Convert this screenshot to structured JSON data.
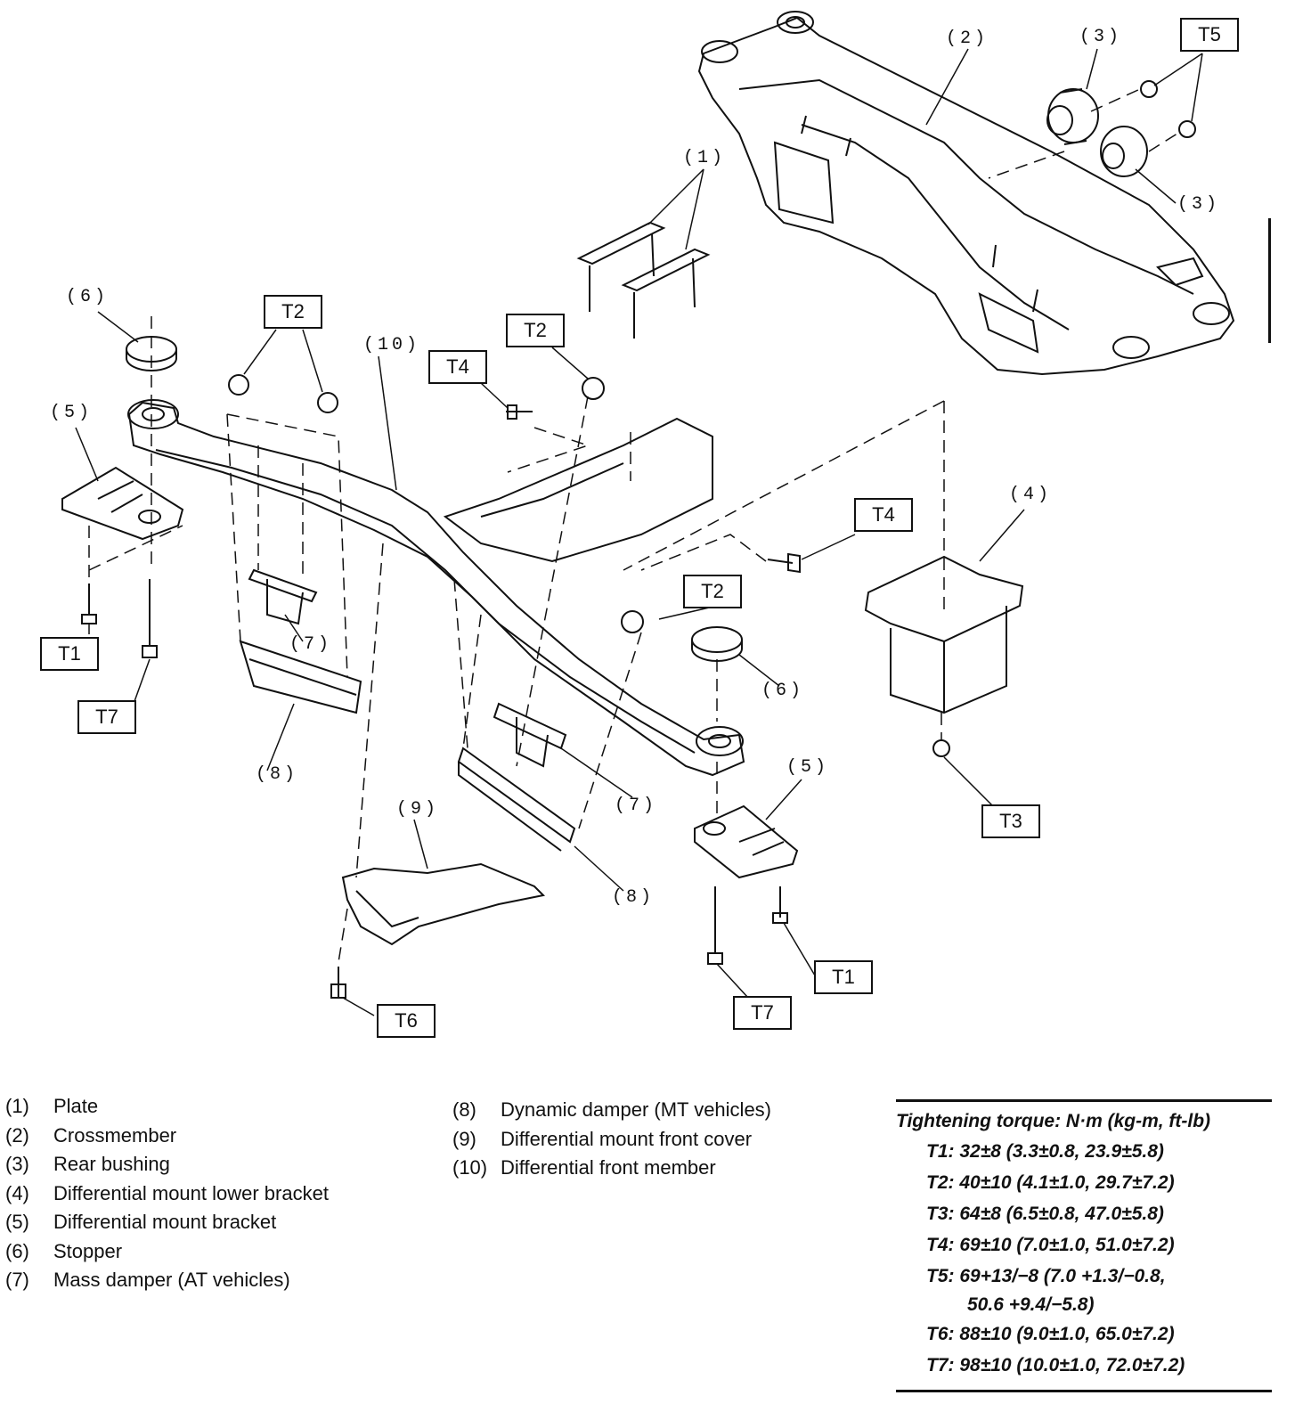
{
  "callouts": {
    "t5": "T5",
    "t2_left": "T2",
    "t2_center": "T2",
    "t2_right": "T2",
    "t4_left": "T4",
    "t4_right": "T4",
    "t1_left": "T1",
    "t1_right": "T1",
    "t7_left": "T7",
    "t7_right": "T7",
    "t3": "T3",
    "t6": "T6"
  },
  "refs": {
    "r1": "(1)",
    "r2": "(2)",
    "r3_top": "(3)",
    "r3_bottom": "(3)",
    "r4": "(4)",
    "r5_left": "(5)",
    "r5_right": "(5)",
    "r6_left": "(6)",
    "r6_right": "(6)",
    "r7_left": "(7)",
    "r7_right": "(7)",
    "r8_left": "(8)",
    "r8_right": "(8)",
    "r9": "(9)",
    "r10": "(10)"
  },
  "legend_left": [
    {
      "num": "(1)",
      "text": "Plate"
    },
    {
      "num": "(2)",
      "text": "Crossmember"
    },
    {
      "num": "(3)",
      "text": "Rear bushing"
    },
    {
      "num": "(4)",
      "text": "Differential mount lower bracket"
    },
    {
      "num": "(5)",
      "text": "Differential mount bracket"
    },
    {
      "num": "(6)",
      "text": "Stopper"
    },
    {
      "num": "(7)",
      "text": "Mass damper (AT vehicles)"
    }
  ],
  "legend_mid": [
    {
      "num": "(8)",
      "text": "Dynamic damper (MT vehicles)"
    },
    {
      "num": "(9)",
      "text": "Differential mount front cover"
    },
    {
      "num": "(10)",
      "text": "Differential front member"
    }
  ],
  "torque": {
    "title": "Tightening torque: N·m (kg-m, ft-lb)",
    "t1": "T1: 32±8 (3.3±0.8, 23.9±5.8)",
    "t2": "T2: 40±10 (4.1±1.0, 29.7±7.2)",
    "t3": "T3: 64±8 (6.5±0.8, 47.0±5.8)",
    "t4": "T4: 69±10 (7.0±1.0, 51.0±7.2)",
    "t5_a": "T5: 69+13/−8 (7.0 +1.3/−0.8,",
    "t5_b": "50.6 +9.4/−5.8)",
    "t6": "T6: 88±10 (9.0±1.0, 65.0±7.2)",
    "t7": "T7: 98±10 (10.0±1.0, 72.0±7.2)"
  }
}
